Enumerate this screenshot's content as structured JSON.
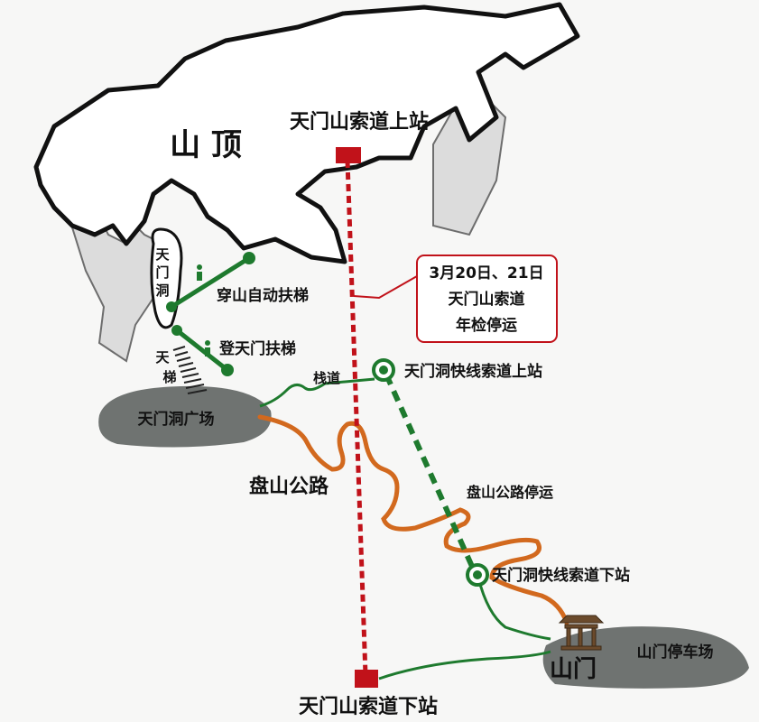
{
  "labels": {
    "summit": "山 顶",
    "ropeway_upper": "天门山索道上站",
    "ropeway_lower": "天门山索道下站",
    "notice": [
      "3月20日、21日",
      "天门山索道",
      "年检停运"
    ],
    "cave_chars": [
      "天",
      "门",
      "洞"
    ],
    "cave_escalator": "穿山自动扶梯",
    "gate_escalator": "登天门扶梯",
    "sky_ladder_chars": [
      "天",
      "梯"
    ],
    "plank_road": "栈道",
    "express_upper": "天门洞快线索道上站",
    "express_lower": "天门洞快线索道下站",
    "cave_square": "天门洞广场",
    "road": "盘山公路",
    "road_notice": "盘山公路停运",
    "gate": "山门",
    "parking": "山门停车场"
  },
  "colors": {
    "ropeway": "#c1121a",
    "express": "#1e7a2e",
    "road": "#d2691e",
    "plaza": "#6f7371",
    "cliff": "#111111"
  }
}
